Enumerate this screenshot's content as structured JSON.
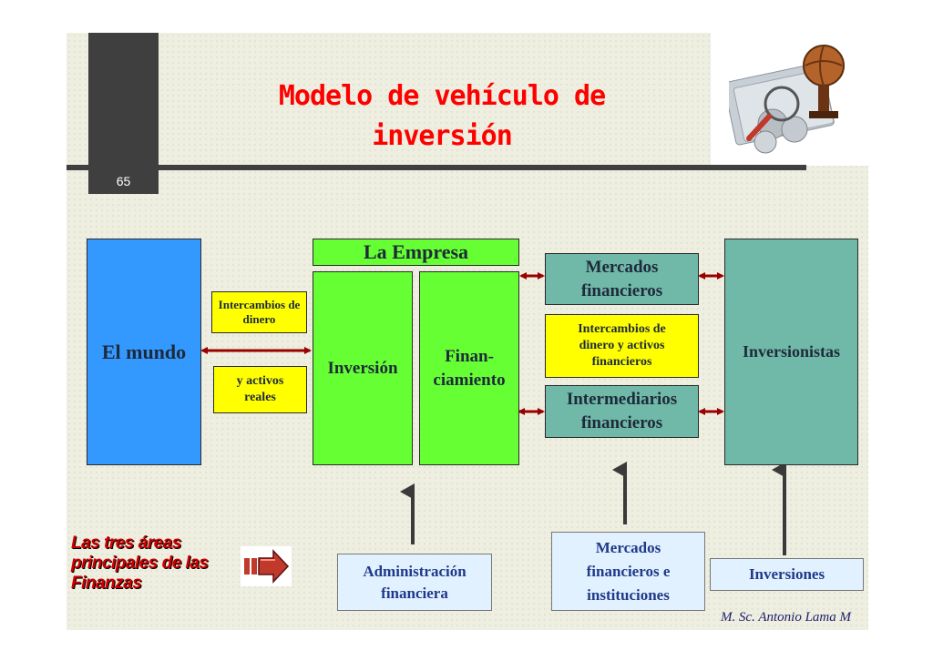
{
  "slide": {
    "number": "65",
    "title_line1": "Modelo de vehículo de",
    "title_line2": "inversión",
    "author": "M. Sc. Antonio Lama M"
  },
  "diagram": {
    "el_mundo": "El mundo",
    "intercambios_dinero": "Intercambios de dinero",
    "activos_reales": "y activos reales",
    "la_empresa": "La Empresa",
    "inversion": "Inversión",
    "financiamiento": "Finan-ciamiento",
    "mercados_financieros": "Mercados financieros",
    "intercambios_dinero_activos": "Intercambios de dinero y activos financieros",
    "intermediarios_financieros": "Intermediarios financieros",
    "inversionistas": "Inversionistas",
    "administracion_financiera": "Administración financiera",
    "mercados_instituciones": "Mercados financieros e instituciones",
    "inversiones": "Inversiones"
  },
  "footer": {
    "areas_note": "Las tres áreas principales de las Finanzas"
  },
  "icons": {
    "picture": "coins-globe-magnifier-picture",
    "nav": "forward-arrow-icon"
  },
  "colors": {
    "title": "#ff0000",
    "el_mundo": "#3399ff",
    "empresa": "#66ff33",
    "teal": "#70b8a8",
    "yellow": "#ffff00",
    "light_blue": "#e2f1ff",
    "arrow_red": "#990000",
    "arrow_dark": "#3a3a3a"
  }
}
